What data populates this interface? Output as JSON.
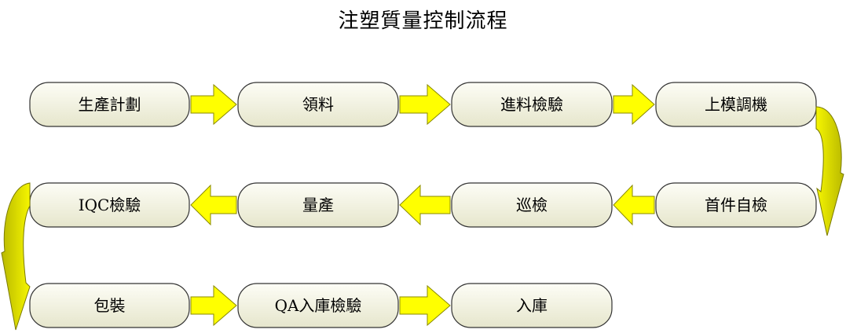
{
  "title": "注塑質量控制流程",
  "steps": [
    "生產計劃",
    "領料",
    "進料檢驗",
    "上模調機",
    "首件自檢",
    "巡檢",
    "量產",
    "IQC檢驗",
    "包裝",
    "QA入庫檢驗",
    "入庫"
  ],
  "colors": {
    "node_fill_light": "#fdfdf6",
    "node_fill_dark": "#e6e6cc",
    "node_stroke": "#333333",
    "arrow_fill": "#ffff00",
    "arrow_stroke": "#8a8a00",
    "curve_fill": "#e8e800",
    "curve_stroke": "#7a7a00"
  }
}
